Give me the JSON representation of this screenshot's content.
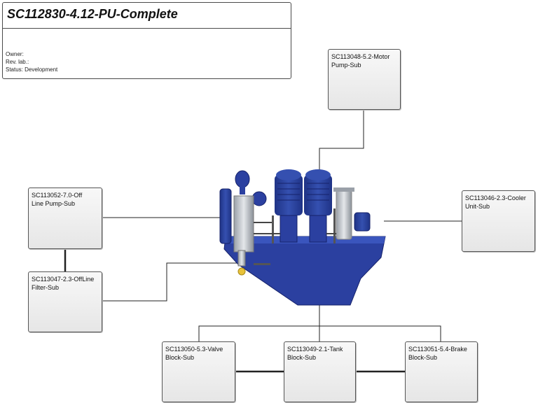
{
  "header": {
    "title": "SC112830-4.12-PU-Complete",
    "owner_label": "Owner:",
    "rev_label": "Rev. lab.:",
    "status_label": "Status: Development"
  },
  "nodes": {
    "motor_pump": {
      "line1": "SC113048-5.2-Motor",
      "line2": "Pump-Sub"
    },
    "cooler": {
      "line1": "SC113046-2.3-Cooler",
      "line2": "Unit-Sub"
    },
    "offline_pump": {
      "line1": "SC113052-7.0-Off",
      "line2": "Line Pump-Sub"
    },
    "offline_filter": {
      "line1": "SC113047-2.3-OffLine",
      "line2": "Filter-Sub"
    },
    "valve_block": {
      "line1": "SC113050-5.3-Valve",
      "line2": "Block-Sub"
    },
    "tank": {
      "line1": "SC113049-2.1-Tank",
      "line2": "Block-Sub"
    },
    "brake_block": {
      "line1": "SC113051-5.4-Brake",
      "line2": "Block-Sub"
    }
  },
  "colors": {
    "machine_blue": "#2a3f9a",
    "machine_dark": "#1a2a6e",
    "node_border": "#555555",
    "connector": "#222222"
  }
}
